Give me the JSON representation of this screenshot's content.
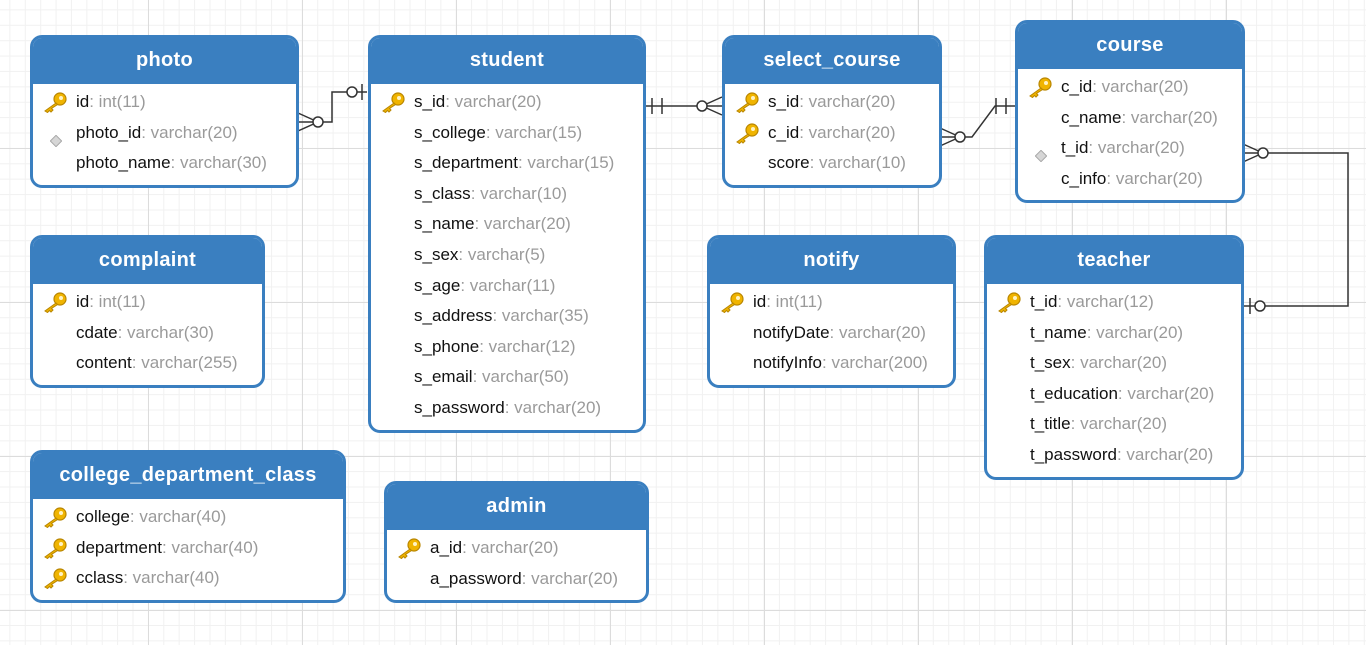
{
  "entities": [
    {
      "id": "photo",
      "title": "photo",
      "fields": [
        {
          "name": "id",
          "type": ": int(11)",
          "icon": "primary-key-icon"
        },
        {
          "name": "photo_id",
          "type": ": varchar(20)",
          "icon": "foreign-key-icon"
        },
        {
          "name": "photo_name",
          "type": ": varchar(30)",
          "icon": ""
        }
      ]
    },
    {
      "id": "student",
      "title": "student",
      "fields": [
        {
          "name": "s_id",
          "type": ": varchar(20)",
          "icon": "primary-key-icon"
        },
        {
          "name": "s_college",
          "type": ": varchar(15)",
          "icon": ""
        },
        {
          "name": "s_department",
          "type": ": varchar(15)",
          "icon": ""
        },
        {
          "name": "s_class",
          "type": ": varchar(10)",
          "icon": ""
        },
        {
          "name": "s_name",
          "type": ": varchar(20)",
          "icon": ""
        },
        {
          "name": "s_sex",
          "type": ": varchar(5)",
          "icon": ""
        },
        {
          "name": "s_age",
          "type": ": varchar(11)",
          "icon": ""
        },
        {
          "name": "s_address",
          "type": ": varchar(35)",
          "icon": ""
        },
        {
          "name": "s_phone",
          "type": ": varchar(12)",
          "icon": ""
        },
        {
          "name": "s_email",
          "type": ": varchar(50)",
          "icon": ""
        },
        {
          "name": "s_password",
          "type": ": varchar(20)",
          "icon": ""
        }
      ]
    },
    {
      "id": "select_course",
      "title": "select_course",
      "fields": [
        {
          "name": "s_id",
          "type": ": varchar(20)",
          "icon": "primary-key-icon"
        },
        {
          "name": "c_id",
          "type": ": varchar(20)",
          "icon": "primary-key-icon"
        },
        {
          "name": "score",
          "type": ": varchar(10)",
          "icon": ""
        }
      ]
    },
    {
      "id": "course",
      "title": "course",
      "fields": [
        {
          "name": "c_id",
          "type": ": varchar(20)",
          "icon": "primary-key-icon"
        },
        {
          "name": "c_name",
          "type": ": varchar(20)",
          "icon": ""
        },
        {
          "name": "t_id",
          "type": ": varchar(20)",
          "icon": "foreign-key-icon"
        },
        {
          "name": "c_info",
          "type": ": varchar(20)",
          "icon": ""
        }
      ]
    },
    {
      "id": "complaint",
      "title": "complaint",
      "fields": [
        {
          "name": "id",
          "type": ": int(11)",
          "icon": "primary-key-icon"
        },
        {
          "name": "cdate",
          "type": ": varchar(30)",
          "icon": ""
        },
        {
          "name": "content",
          "type": ": varchar(255)",
          "icon": ""
        }
      ]
    },
    {
      "id": "notify",
      "title": "notify",
      "fields": [
        {
          "name": "id",
          "type": ": int(11)",
          "icon": "primary-key-icon"
        },
        {
          "name": "notifyDate",
          "type": ": varchar(20)",
          "icon": ""
        },
        {
          "name": "notifyInfo",
          "type": ": varchar(200)",
          "icon": ""
        }
      ]
    },
    {
      "id": "teacher",
      "title": "teacher",
      "fields": [
        {
          "name": "t_id",
          "type": ": varchar(12)",
          "icon": "primary-key-icon"
        },
        {
          "name": "t_name",
          "type": ": varchar(20)",
          "icon": ""
        },
        {
          "name": "t_sex",
          "type": ": varchar(20)",
          "icon": ""
        },
        {
          "name": "t_education",
          "type": ": varchar(20)",
          "icon": ""
        },
        {
          "name": "t_title",
          "type": ": varchar(20)",
          "icon": ""
        },
        {
          "name": "t_password",
          "type": ": varchar(20)",
          "icon": ""
        }
      ]
    },
    {
      "id": "college_department_class",
      "title": "college_department_class",
      "fields": [
        {
          "name": "college",
          "type": ": varchar(40)",
          "icon": "primary-key-icon"
        },
        {
          "name": "department",
          "type": ": varchar(40)",
          "icon": "primary-key-icon"
        },
        {
          "name": "cclass",
          "type": ": varchar(40)",
          "icon": "primary-key-icon"
        }
      ]
    },
    {
      "id": "admin",
      "title": "admin",
      "fields": [
        {
          "name": "a_id",
          "type": ": varchar(20)",
          "icon": "primary-key-icon"
        },
        {
          "name": "a_password",
          "type": ": varchar(20)",
          "icon": ""
        }
      ]
    }
  ],
  "relationships": [
    {
      "from": "photo",
      "to": "student",
      "from_end": "zero-or-many",
      "to_end": "zero-or-one"
    },
    {
      "from": "student",
      "to": "select_course",
      "from_end": "one-and-only-one",
      "to_end": "zero-or-many"
    },
    {
      "from": "select_course",
      "to": "course",
      "from_end": "zero-or-many",
      "to_end": "one-and-only-one"
    },
    {
      "from": "course",
      "to": "teacher",
      "from_end": "zero-or-many",
      "to_end": "zero-or-one"
    }
  ],
  "colors": {
    "header": "#3a7fc0",
    "border": "#3a7fc0",
    "field_name": "#111111",
    "field_type": "#9a9a9a",
    "key_icon": "#f0b400",
    "line": "#333333"
  }
}
